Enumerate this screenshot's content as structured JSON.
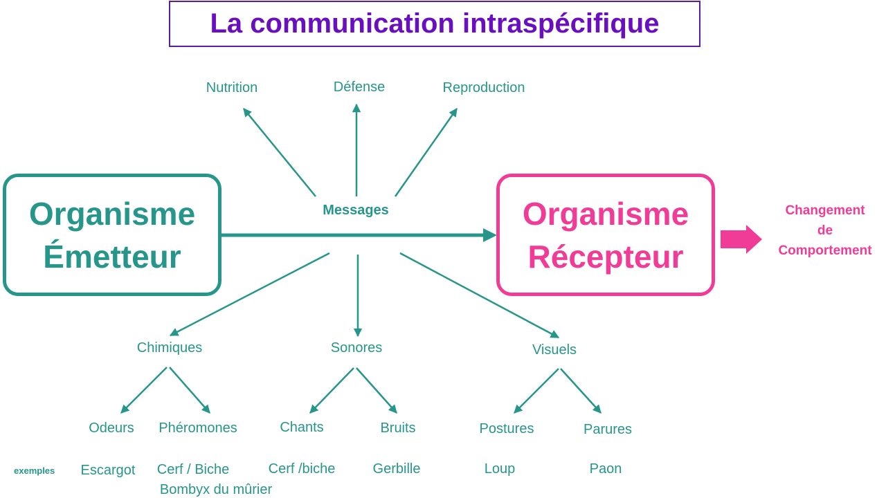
{
  "title": "La communication intraspécifique",
  "emitter": {
    "line1": "Organisme",
    "line2": "Émetteur"
  },
  "receiver": {
    "line1": "Organisme",
    "line2": "Récepteur"
  },
  "messages_label": "Messages",
  "functions": [
    "Nutrition",
    "Défense",
    "Reproduction"
  ],
  "result": {
    "line1": "Changement",
    "line2": "de",
    "line3": "Comportement"
  },
  "categories": [
    "Chimiques",
    "Sonores",
    "Visuels"
  ],
  "subcategories": {
    "chimiques": [
      "Odeurs",
      "Phéromones"
    ],
    "sonores": [
      "Chants",
      "Bruits"
    ],
    "visuels": [
      "Postures",
      "Parures"
    ]
  },
  "examples_label": "exemples",
  "examples": {
    "odeurs": "Escargot",
    "pheromones_1": "Cerf / Biche",
    "pheromones_2": "Bombyx du mûrier",
    "chants": "Cerf /biche",
    "bruits": "Gerbille",
    "postures": "Loup",
    "parures": "Paon"
  },
  "colors": {
    "teal": "#26958a",
    "pink": "#f03c96",
    "purple": "#6a0fbf"
  }
}
